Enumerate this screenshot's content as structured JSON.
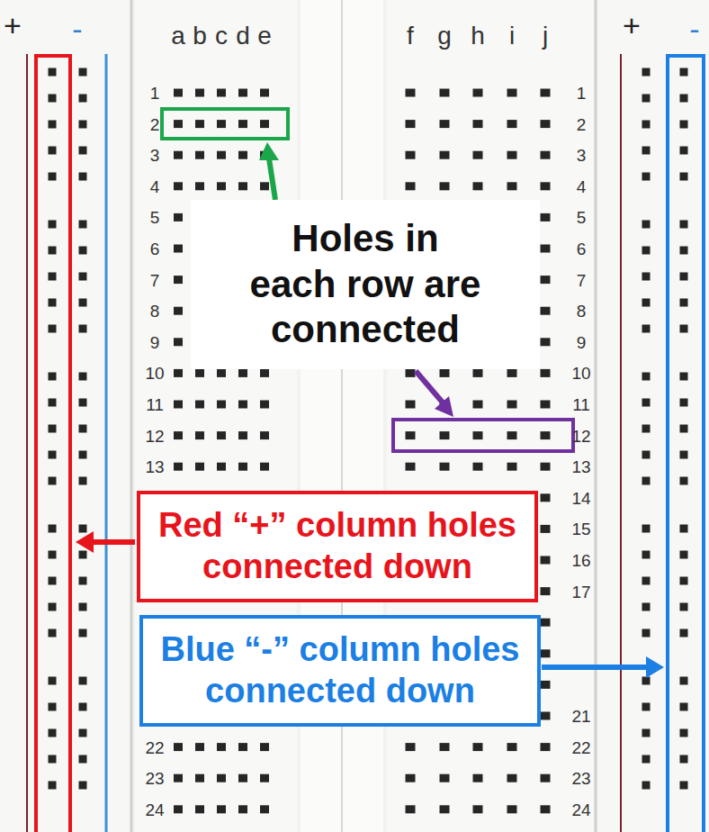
{
  "diagram": {
    "nodes": [
      {
        "text": [
          "Holes in each row are connected"
        ]
      },
      {
        "text": [
          "Red “+” column holes connected down"
        ]
      },
      {
        "text": [
          "Blue “-” column holes connected down"
        ]
      }
    ],
    "labels": [
      "+",
      "-",
      "a",
      "b",
      "c",
      "d",
      "e",
      "f",
      "g",
      "h",
      "i",
      "j",
      "+",
      "-",
      "1",
      "2",
      "3",
      "4",
      "5",
      "6",
      "7",
      "8",
      "9",
      "10",
      "11",
      "12",
      "13",
      "22",
      "23",
      "24",
      "1",
      "2",
      "3",
      "4",
      "5",
      "6",
      "7",
      "8",
      "9",
      "10",
      "11",
      "12",
      "13",
      "14",
      "15",
      "16",
      "17",
      "21",
      "22",
      "23",
      "24"
    ]
  }
}
